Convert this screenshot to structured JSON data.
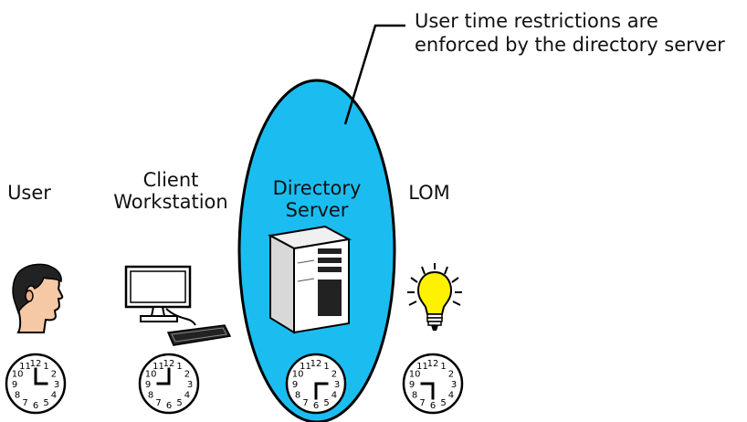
{
  "callout": {
    "line1": "User time restrictions are",
    "line2": "enforced by the directory server"
  },
  "entities": {
    "user": {
      "label": "User"
    },
    "client": {
      "label_line1": "Client",
      "label_line2": "Workstation"
    },
    "directory": {
      "label_line1": "Directory",
      "label_line2": "Server",
      "highlight_color": "#1bbdf0"
    },
    "lom": {
      "label": "LOM"
    }
  },
  "clocks": [
    {
      "owner": "user",
      "hour_hand": "12",
      "minute_hand": "3"
    },
    {
      "owner": "client",
      "hour_hand": "12",
      "minute_hand": "9"
    },
    {
      "owner": "directory",
      "hour_hand": "6",
      "minute_hand": "3"
    },
    {
      "owner": "lom",
      "hour_hand": "6",
      "minute_hand": "9"
    }
  ],
  "clock_numerals": [
    "12",
    "1",
    "2",
    "3",
    "4",
    "5",
    "6",
    "7",
    "8",
    "9",
    "10",
    "11"
  ]
}
